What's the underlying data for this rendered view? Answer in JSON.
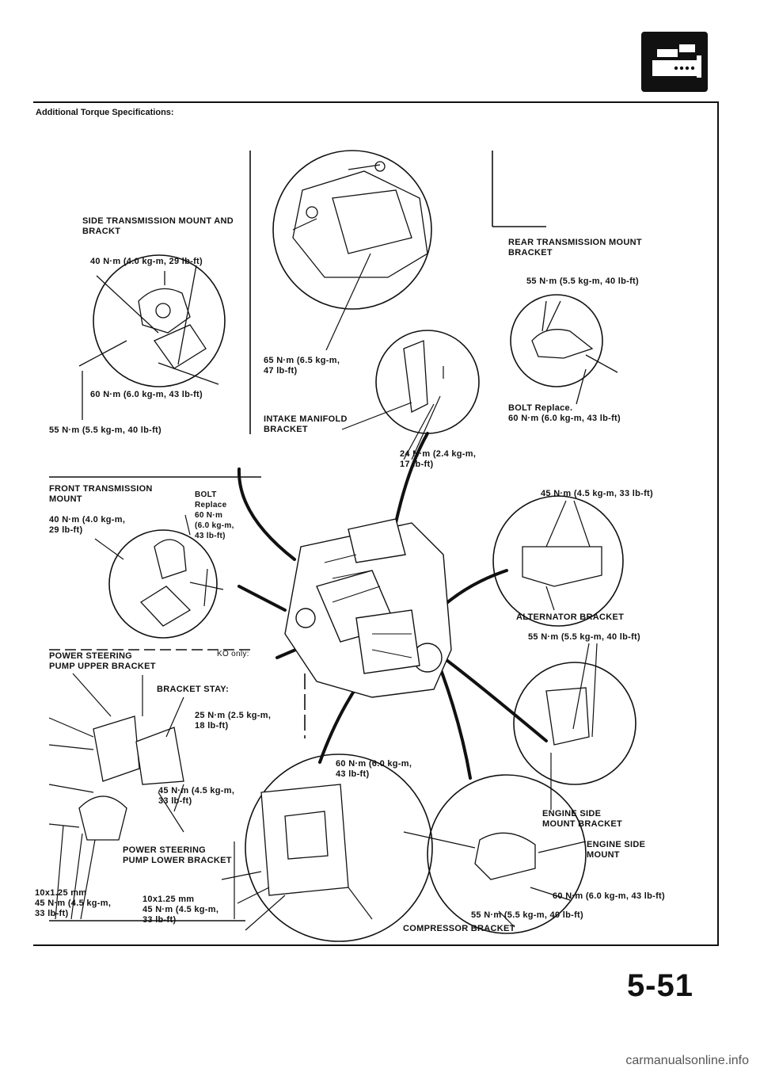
{
  "header": {
    "title": "Additional Torque Specifications:",
    "section_icon": "engine-service-icon"
  },
  "labels": {
    "side_mount": "SIDE TRANSMISSION MOUNT AND\nBRACKT",
    "side_mount_torque1": "40 N·m (4.0 kg-m, 29 lb-ft)",
    "side_mount_torque2": "60 N·m (6.0 kg-m, 43 lb-ft)",
    "side_mount_torque3": "55 N·m (5.5 kg-m, 40 lb-ft)",
    "top_torque": "65 N·m (6.5 kg-m,\n47 lb-ft)",
    "rear_mount": "REAR TRANSMISSION MOUNT\nBRACKET",
    "rear_mount_torque": "55 N·m (5.5 kg-m, 40 lb-ft)",
    "rear_bolt": "BOLT Replace.\n60 N·m (6.0 kg-m, 43 lb-ft)",
    "intake_bracket": "INTAKE MANIFOLD\nBRACKET",
    "intake_torque": "24 N·m (2.4 kg-m,\n17 lb-ft)",
    "front_mount": "FRONT TRANSMISSION\nMOUNT",
    "front_bolt": "BOLT\nReplace\n60 N·m\n(6.0 kg-m,\n43 lb-ft)",
    "front_torque": "40 N·m (4.0 kg-m,\n29 lb-ft)",
    "alternator_torque": "45 N·m (4.5 kg-m, 33 lb-ft)",
    "alternator_bracket": "ALTERNATOR BRACKET",
    "power_steering_upper": "POWER STEERING\nPUMP UPPER BRACKET",
    "ko_only": "KO only:",
    "bracket_stay": "BRACKET STAY:",
    "stay_torque": "25 N·m (2.5 kg-m,\n18 lb-ft)",
    "ps_torque": "45 N·m (4.5 kg-m,\n33 lb-ft)",
    "ps_lower": "POWER STEERING\nPUMP LOWER BRACKET",
    "bolt_10x125_a": "10x1.25 mm\n45 N·m (4.5 kg-m,\n33 lb-ft)",
    "bolt_10x125_b": "10x1.25 mm\n45 N·m (4.5 kg-m,\n33 lb-ft)",
    "eng_side_torque": "55 N·m (5.5 kg-m, 40 lb-ft)",
    "compressor_torque": "60 N·m (6.0 kg-m,\n43 lb-ft)",
    "eng_side_bracket": "ENGINE SIDE\nMOUNT BRACKET",
    "eng_side_mount": "ENGINE SIDE\nMOUNT",
    "eng_mount_torque": "60 N·m (6.0 kg-m, 43 lb-ft)",
    "compressor_torque2": "55 N·m (5.5 kg-m, 40 lb-ft)",
    "compressor_bracket": "COMPRESSOR BRACKET"
  },
  "page_number": "5-51",
  "footer": "carmanualsonline.info"
}
